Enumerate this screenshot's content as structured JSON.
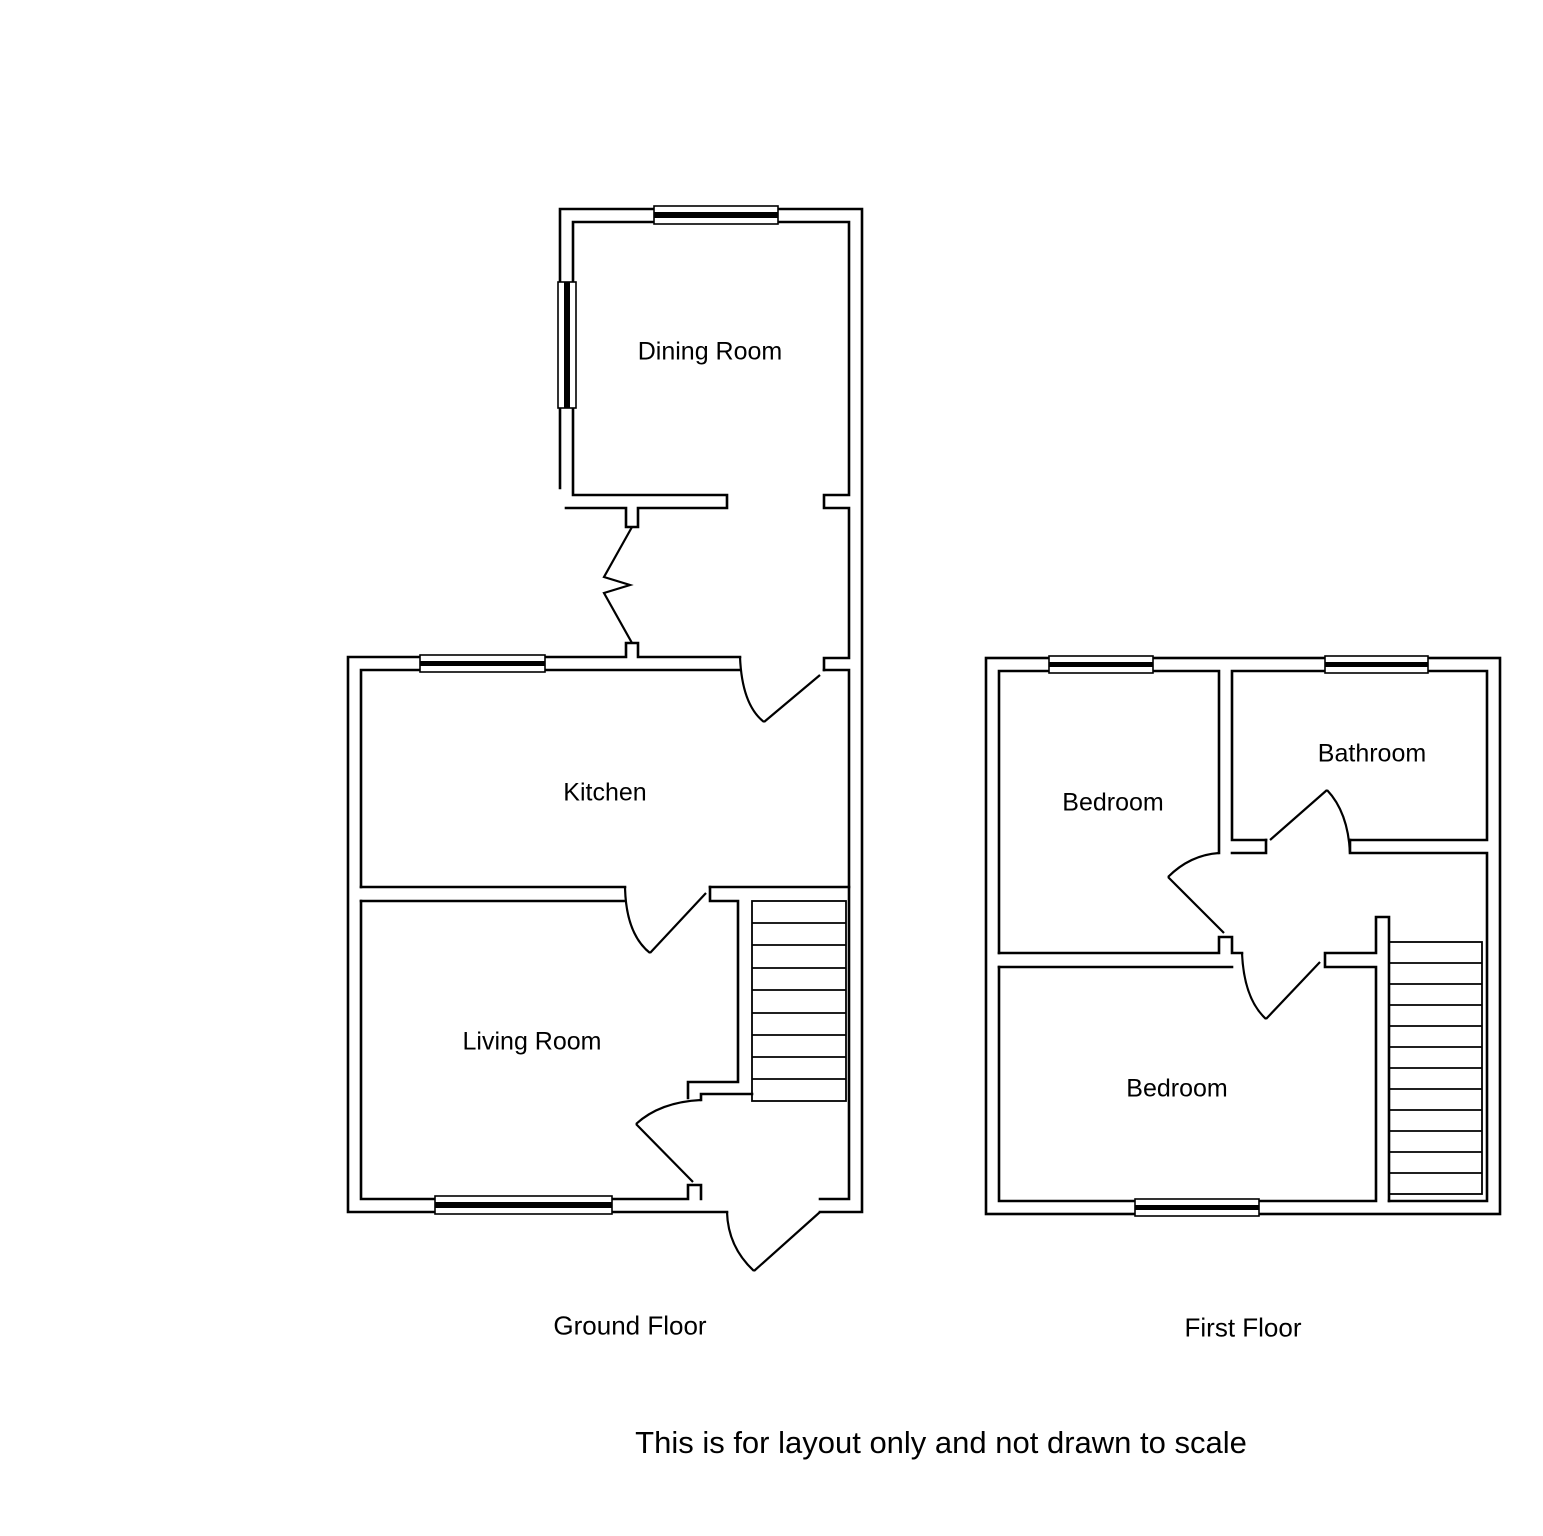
{
  "ground_floor": {
    "label": "Ground Floor",
    "rooms": {
      "dining_room": "Dining Room",
      "kitchen": "Kitchen",
      "living_room": "Living Room"
    }
  },
  "first_floor": {
    "label": "First Floor",
    "rooms": {
      "bedroom_1": "Bedroom",
      "bathroom": "Bathroom",
      "bedroom_2": "Bedroom"
    }
  },
  "disclaimer": "This is for layout only and not drawn to scale"
}
